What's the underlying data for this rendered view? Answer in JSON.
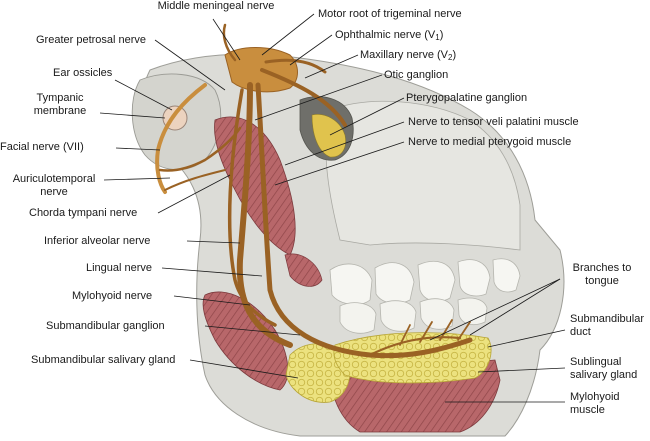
{
  "labels": {
    "middle_meningeal_nerve": "Middle meningeal nerve",
    "motor_root_trigeminal": "Motor root of trigeminal nerve",
    "greater_petrosal_nerve": "Greater petrosal nerve",
    "ophthalmic_nerve": "Ophthalmic nerve (V",
    "ophthalmic_sub": "1",
    "maxillary_nerve": "Maxillary nerve (V",
    "maxillary_sub": "2",
    "ear_ossicles": "Ear ossicles",
    "otic_ganglion": "Otic ganglion",
    "tympanic_membrane_1": "Tympanic",
    "tympanic_membrane_2": "membrane",
    "pterygopalatine_ganglion": "Pterygopalatine ganglion",
    "nerve_tensor_veli": "Nerve to tensor veli palatini muscle",
    "facial_nerve": "Facial nerve (VII)",
    "nerve_medial_pterygoid": "Nerve to medial pterygoid muscle",
    "auriculotemporal_1": "Auriculotemporal",
    "auriculotemporal_2": "nerve",
    "chorda_tympani": "Chorda tympani nerve",
    "inferior_alveolar": "Inferior alveolar nerve",
    "lingual_nerve": "Lingual nerve",
    "branches_tongue_1": "Branches to",
    "branches_tongue_2": "tongue",
    "mylohyoid_nerve": "Mylohyoid nerve",
    "submandibular_duct_1": "Submandibular",
    "submandibular_duct_2": "duct",
    "submandibular_ganglion": "Submandibular ganglion",
    "submandibular_gland": "Submandibular salivary gland",
    "sublingual_gland_1": "Sublingual",
    "sublingual_gland_2": "salivary gland",
    "mylohyoid_muscle_1": "Mylohyoid",
    "mylohyoid_muscle_2": "muscle"
  },
  "colors": {
    "nerve": "#9a6224",
    "nerve_light": "#c98e3e",
    "bone": "#d9d9d4",
    "bone_shade": "#b9b9b3",
    "muscle": "#b8676a",
    "gland": "#e9df7a",
    "ganglion_yellow": "#e7c64a",
    "leader": "#1a1a1a"
  }
}
